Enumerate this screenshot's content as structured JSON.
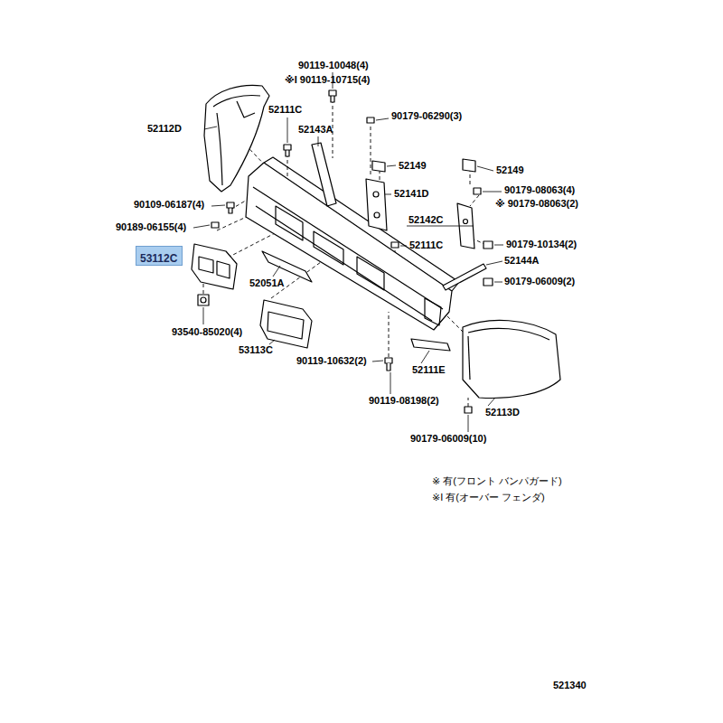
{
  "diagram": {
    "nodes": [
      {
        "text": [
          "53112C"
        ]
      }
    ],
    "labels": [
      "90119-10048(4)",
      "※I 90119-10715(4)",
      "52112D",
      "52111C",
      "52143A",
      "90179-06290(3)",
      "52149",
      "52149",
      "90179-08063(4)",
      "※ 90179-08063(2)",
      "52141D",
      "90109-06187(4)",
      "90189-06155(4)",
      "52142C",
      "52111C",
      "90179-10134(2)",
      "52144A",
      "52051A",
      "90179-06009(2)",
      "93540-85020(4)",
      "53113C",
      "90119-10632(2)",
      "52111E",
      "90119-08198(2)",
      "52113D",
      "90179-06009(10)",
      "※ 有(フロント バンパガード)",
      "※I 有(オーバー フェンダ)",
      "521340"
    ]
  }
}
